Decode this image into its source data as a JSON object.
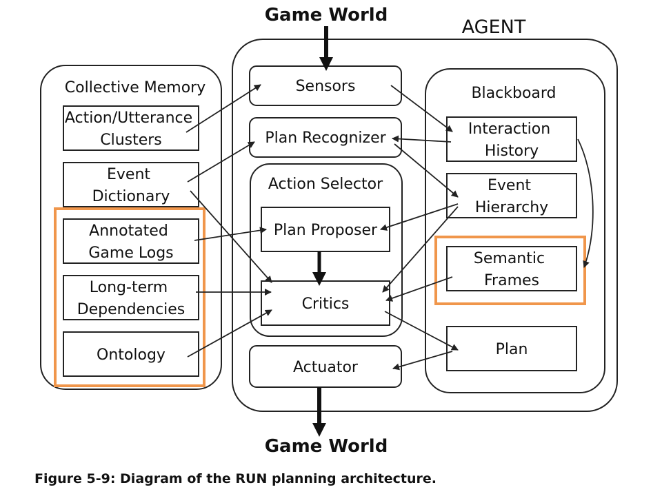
{
  "titles": {
    "top": "Game World",
    "bottom": "Game World",
    "agent": "AGENT"
  },
  "groups": {
    "collective_memory": "Collective Memory",
    "action_selector": "Action Selector",
    "blackboard": "Blackboard"
  },
  "boxes": {
    "action_utterance_clusters": [
      "Action/Utterance",
      "Clusters"
    ],
    "event_dictionary": [
      "Event",
      "Dictionary"
    ],
    "annotated_game_logs": [
      "Annotated",
      "Game Logs"
    ],
    "long_term_dependencies": [
      "Long-term",
      "Dependencies"
    ],
    "ontology": [
      "Ontology"
    ],
    "sensors": [
      "Sensors"
    ],
    "plan_recognizer": [
      "Plan Recognizer"
    ],
    "plan_proposer": [
      "Plan Proposer"
    ],
    "critics": [
      "Critics"
    ],
    "actuator": [
      "Actuator"
    ],
    "interaction_history": [
      "Interaction",
      "History"
    ],
    "event_hierarchy": [
      "Event",
      "Hierarchy"
    ],
    "semantic_frames": [
      "Semantic",
      "Frames"
    ],
    "plan": [
      "Plan"
    ]
  },
  "colors": {
    "highlight": "#f0964b",
    "stroke": "#222222"
  },
  "caption": "Figure 5-9: Diagram of the RUN planning architecture."
}
